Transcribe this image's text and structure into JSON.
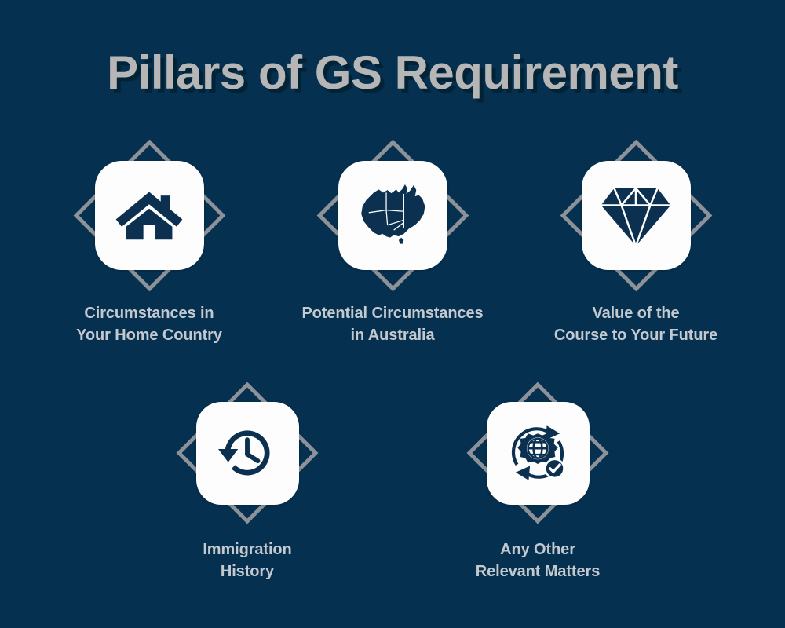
{
  "page": {
    "title": "Pillars of GS Requirement",
    "background_color": "#05304f",
    "title_color": "#b6b6b6",
    "title_shadow_color": "#022336",
    "label_color": "#c3c9ce",
    "tile_color": "#fdfdfd",
    "icon_color": "#0b3050",
    "diamond_outline_color": "#8c9298"
  },
  "pillars": [
    {
      "id": "home-country",
      "icon": "house-icon",
      "label": "Circumstances in\nYour Home Country"
    },
    {
      "id": "australia",
      "icon": "australia-map-icon",
      "label": "Potential Circumstances\nin Australia"
    },
    {
      "id": "course-value",
      "icon": "gem-icon",
      "label": "Value of the\nCourse to Your Future"
    },
    {
      "id": "immigration-history",
      "icon": "history-clock-icon",
      "label": "Immigration\nHistory"
    },
    {
      "id": "other-matters",
      "icon": "globe-gear-check-icon",
      "label": "Any Other\nRelevant Matters"
    }
  ]
}
